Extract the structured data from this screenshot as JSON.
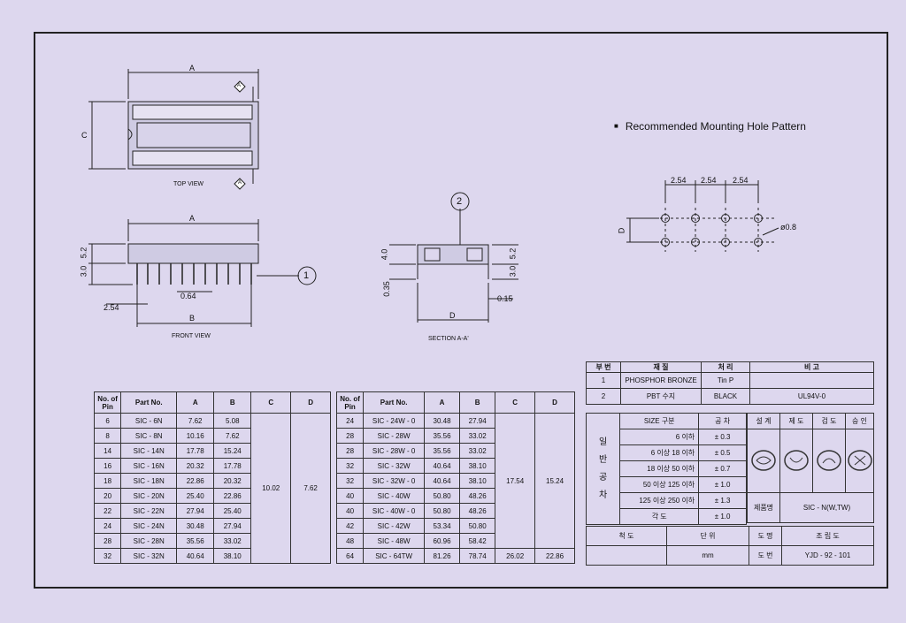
{
  "drawing": {
    "top_view": {
      "caption": "TOP VIEW",
      "dim_a": "A",
      "dim_c": "C",
      "marker_a": "A",
      "marker_a_prime": "A'"
    },
    "front_view": {
      "caption": "FRONT VIEW",
      "dim_a": "A",
      "dim_b": "B",
      "dim_pitch": "2.54",
      "dim_pin_width": "0.64",
      "dim_height": "5.2",
      "dim_pin_len": "3.0",
      "balloon": "1"
    },
    "section": {
      "caption": "SECTION A-A'",
      "dim_top": "4.0",
      "dim_h": "5.2",
      "dim_pin": "3.0",
      "dim_base": "0.35",
      "dim_d": "D",
      "dim_gap": "0.15",
      "balloon": "2"
    },
    "hole_pattern": {
      "title": "Recommended Mounting Hole Pattern",
      "pitch_labels": [
        "2.54",
        "2.54",
        "2.54"
      ],
      "hole_dia": "ø0.8",
      "dim_d": "D"
    }
  },
  "dim_table_left": {
    "headers": [
      "No. of Pin",
      "Part No.",
      "A",
      "B",
      "C",
      "D"
    ],
    "rows": [
      [
        "6",
        "SIC - 6N",
        "7.62",
        "5.08"
      ],
      [
        "8",
        "SIC - 8N",
        "10.16",
        "7.62"
      ],
      [
        "14",
        "SIC - 14N",
        "17.78",
        "15.24"
      ],
      [
        "16",
        "SIC - 16N",
        "20.32",
        "17.78"
      ],
      [
        "18",
        "SIC - 18N",
        "22.86",
        "20.32"
      ],
      [
        "20",
        "SIC - 20N",
        "25.40",
        "22.86"
      ],
      [
        "22",
        "SIC - 22N",
        "27.94",
        "25.40"
      ],
      [
        "24",
        "SIC - 24N",
        "30.48",
        "27.94"
      ],
      [
        "28",
        "SIC - 28N",
        "35.56",
        "33.02"
      ],
      [
        "32",
        "SIC - 32N",
        "40.64",
        "38.10"
      ]
    ],
    "c_value": "10.02",
    "d_value": "7.62"
  },
  "dim_table_right": {
    "headers": [
      "No. of Pin",
      "Part No.",
      "A",
      "B",
      "C",
      "D"
    ],
    "rows": [
      [
        "24",
        "SIC - 24W - 0",
        "30.48",
        "27.94"
      ],
      [
        "28",
        "SIC - 28W",
        "35.56",
        "33.02"
      ],
      [
        "28",
        "SIC - 28W - 0",
        "35.56",
        "33.02"
      ],
      [
        "32",
        "SIC - 32W",
        "40.64",
        "38.10"
      ],
      [
        "32",
        "SIC - 32W - 0",
        "40.64",
        "38.10"
      ],
      [
        "40",
        "SIC - 40W",
        "50.80",
        "48.26"
      ],
      [
        "40",
        "SIC - 40W - 0",
        "50.80",
        "48.26"
      ],
      [
        "42",
        "SIC - 42W",
        "53.34",
        "50.80"
      ],
      [
        "48",
        "SIC - 48W",
        "60.96",
        "58.42"
      ]
    ],
    "c_value": "17.54",
    "d_value": "15.24",
    "last_row": [
      "64",
      "SIC - 64TW",
      "81.26",
      "78.74",
      "26.02",
      "22.86"
    ]
  },
  "materials": {
    "headers": [
      "부 번",
      "재 질",
      "처 리",
      "비 고"
    ],
    "rows": [
      [
        "1",
        "PHOSPHOR BRONZE",
        "Tin P",
        ""
      ],
      [
        "2",
        "PBT 수지",
        "BLACK",
        "UL94V-0"
      ]
    ]
  },
  "tolerance": {
    "side_label": [
      "일",
      "반",
      "공",
      "차"
    ],
    "size_header": "SIZE 구분",
    "tol_header": "공 차",
    "rows": [
      [
        "6 이하",
        "± 0.3"
      ],
      [
        "6 이상  18 이하",
        "± 0.5"
      ],
      [
        "18 이상  50 이하",
        "± 0.7"
      ],
      [
        "50 이상  125 이하",
        "± 1.0"
      ],
      [
        "125 이상  250 이하",
        "± 1.3"
      ],
      [
        "각   도",
        "± 1.0"
      ]
    ],
    "approval_headers": [
      "설 계",
      "제 도",
      "검 도",
      "승 인"
    ],
    "product_label": "제품명",
    "product_value": "SIC -   N(W,TW)",
    "scale_label": "척   도",
    "unit_label": "단   위",
    "unit_value": "mm",
    "drawing_name_label": "도 명",
    "drawing_name_value": "조 립 도",
    "drawing_no_label": "도 번",
    "drawing_no_value": "YJD - 92 - 101"
  }
}
